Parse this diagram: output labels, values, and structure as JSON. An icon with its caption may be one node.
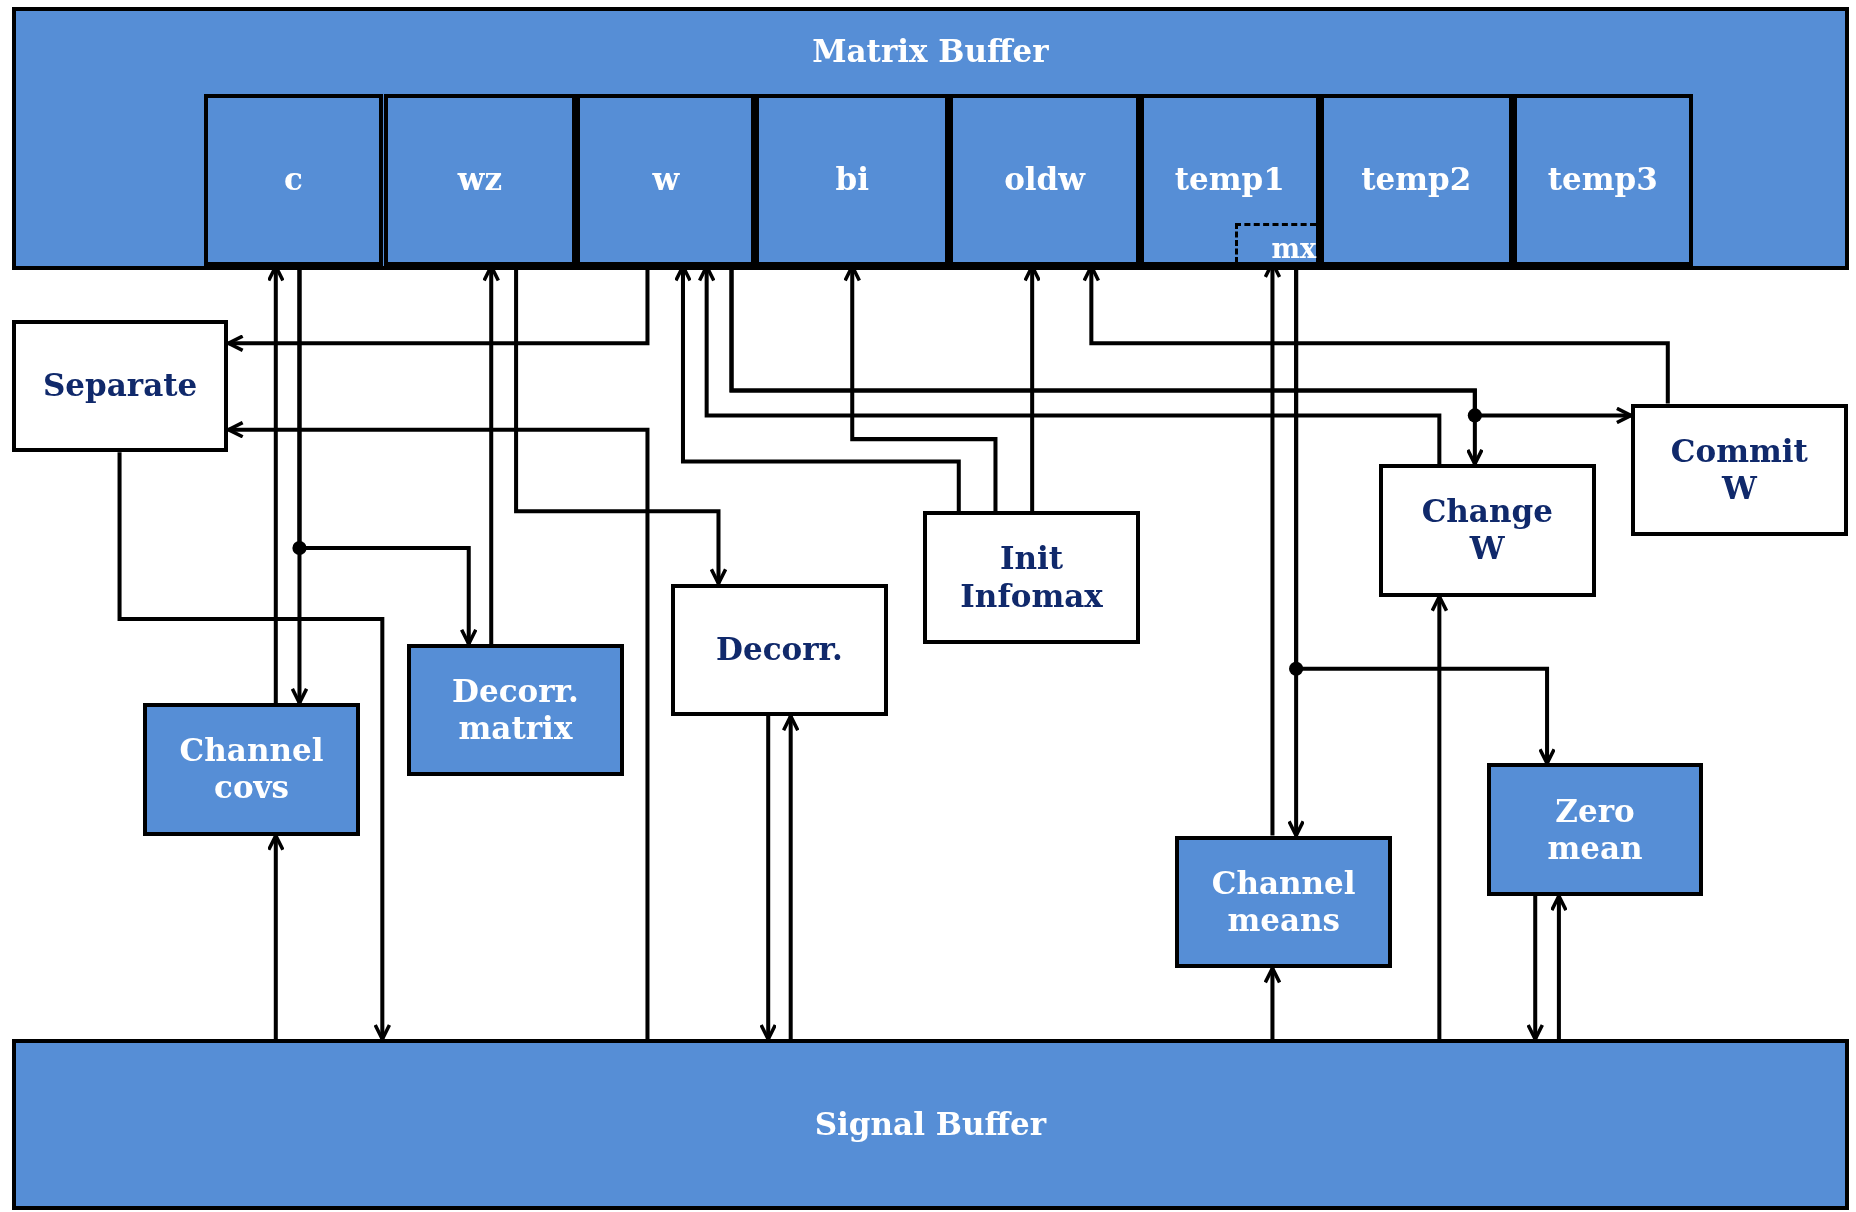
{
  "diagram": {
    "nodes": [
      {
        "text": [
          "Matrix Buffer"
        ]
      },
      {
        "text": [
          "c"
        ],
        "in": 0
      },
      {
        "text": [
          "wz"
        ],
        "in": 0
      },
      {
        "text": [
          "w"
        ],
        "in": 0
      },
      {
        "text": [
          "bi"
        ],
        "in": 0
      },
      {
        "text": [
          "oldw"
        ],
        "in": 0
      },
      {
        "text": [
          "temp1"
        ],
        "in": 0
      },
      {
        "text": [
          "temp2"
        ],
        "in": 0
      },
      {
        "text": [
          "temp3"
        ],
        "in": 0
      },
      {
        "text": [
          "mx"
        ],
        "in": 6
      },
      {
        "text": [
          "Separate"
        ]
      },
      {
        "text": [
          "Channel covs"
        ]
      },
      {
        "text": [
          "Decorr. matrix"
        ]
      },
      {
        "text": [
          "Decorr."
        ]
      },
      {
        "text": [
          "Init Infomax"
        ]
      },
      {
        "text": [
          "Change W"
        ]
      },
      {
        "text": [
          "Commit W"
        ]
      },
      {
        "text": [
          "Channel means"
        ]
      },
      {
        "text": [
          "Zero mean"
        ]
      },
      {
        "text": [
          "Signal Buffer"
        ]
      }
    ],
    "edges": [
      {
        "from": 11,
        "to": 1,
        "arrow": "to"
      },
      {
        "from": 1,
        "to": 11,
        "arrow": "to"
      },
      {
        "from": 1,
        "to": 12,
        "arrow": "to"
      },
      {
        "from": 12,
        "to": 2,
        "arrow": "to"
      },
      {
        "from": 2,
        "to": 13,
        "arrow": "to"
      },
      {
        "from": 3,
        "to": 10,
        "arrow": "to"
      },
      {
        "from": 19,
        "to": 10,
        "arrow": "to"
      },
      {
        "from": 10,
        "to": 19,
        "arrow": "to"
      },
      {
        "from": 19,
        "to": 11,
        "arrow": "to"
      },
      {
        "from": 13,
        "to": 19,
        "arrow": "to"
      },
      {
        "from": 19,
        "to": 13,
        "arrow": "to"
      },
      {
        "from": 14,
        "to": 3,
        "arrow": "to"
      },
      {
        "from": 15,
        "to": 3,
        "arrow": "to"
      },
      {
        "from": 3,
        "to": 15,
        "arrow": "to"
      },
      {
        "from": 3,
        "to": 16,
        "arrow": "to"
      },
      {
        "from": 14,
        "to": 4,
        "arrow": "to"
      },
      {
        "from": 14,
        "to": 5,
        "arrow": "to"
      },
      {
        "from": 16,
        "to": 5,
        "arrow": "to"
      },
      {
        "from": 17,
        "to": 9,
        "arrow": "to"
      },
      {
        "from": 9,
        "to": 17,
        "arrow": "to"
      },
      {
        "from": 9,
        "to": 18,
        "arrow": "to"
      },
      {
        "from": 19,
        "to": 17,
        "arrow": "to"
      },
      {
        "from": 19,
        "to": 15,
        "arrow": "to"
      },
      {
        "from": 18,
        "to": 19,
        "arrow": "to"
      },
      {
        "from": 19,
        "to": 18,
        "arrow": "to"
      }
    ]
  }
}
